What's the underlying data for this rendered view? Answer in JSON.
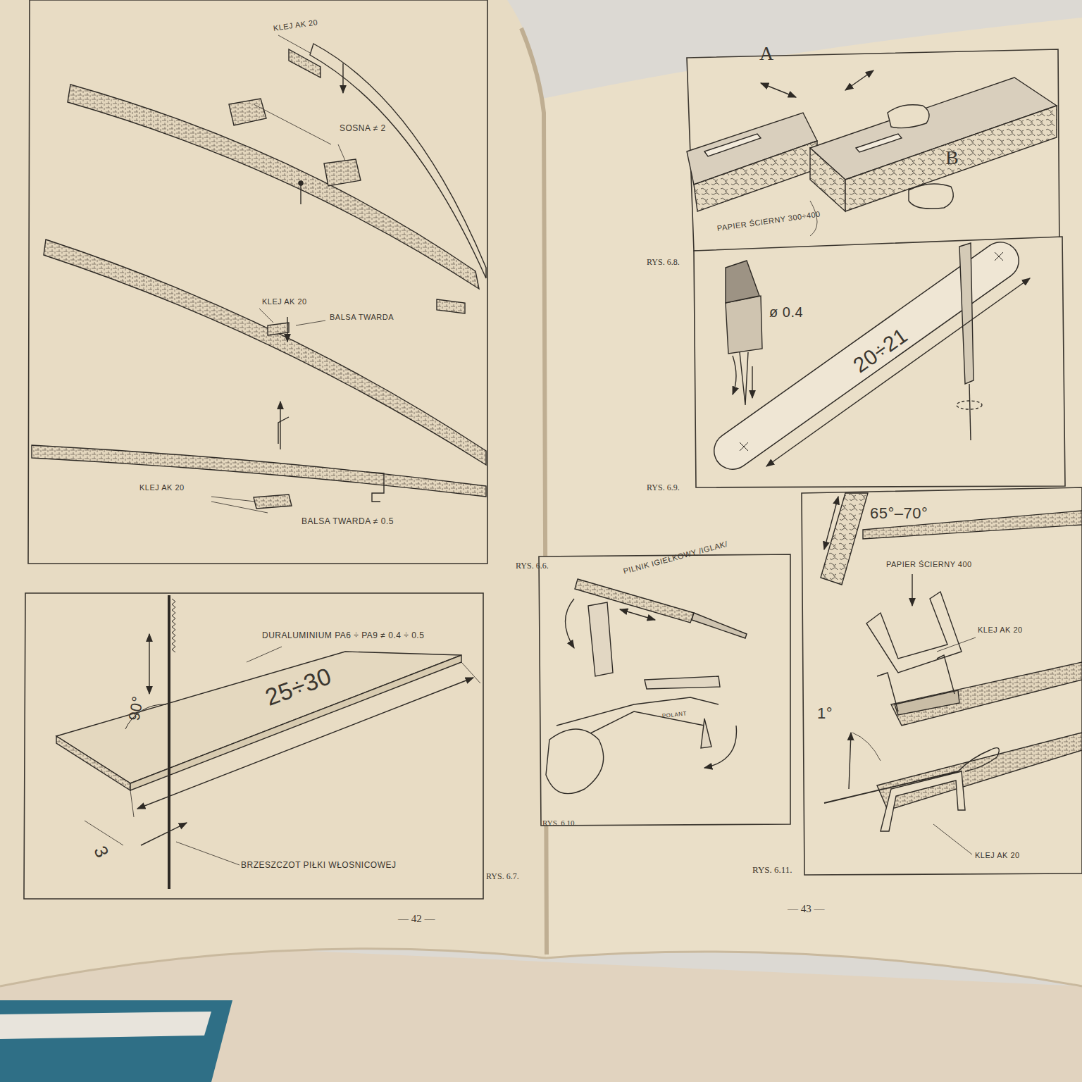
{
  "diagram": {
    "labels": [
      "KLEJ AK 20",
      "SOSNA ≠ 2",
      "KLEJ AK 20",
      "BALSA TWARDA",
      "KLEJ AK 20",
      "BALSA TWARDA ≠ 0.5",
      "RYS. 6.6.",
      "DURALUMINIUM PA6 ÷ PA9 ≠ 0.4 ÷ 0.5",
      "90°",
      "25÷30",
      "3",
      "BRZESZCZOT PIŁKI WŁOSNICOWEJ",
      "RYS. 6.7.",
      "— 42 —",
      "A",
      "B",
      "PAPIER ŚCIERNY 300÷400",
      "RYS. 6.8.",
      "ø 0.4",
      "20÷21",
      "RYS. 6.9.",
      "PILNIK IGIEŁKOWY /IGLAK/",
      "POLANT",
      "RYS. 6.10.",
      "65°–70°",
      "PAPIER ŚCIERNY 400",
      "KLEJ AK 20",
      "1°",
      "KLEJ AK 20",
      "RYS. 6.11.",
      "— 43 —"
    ]
  }
}
